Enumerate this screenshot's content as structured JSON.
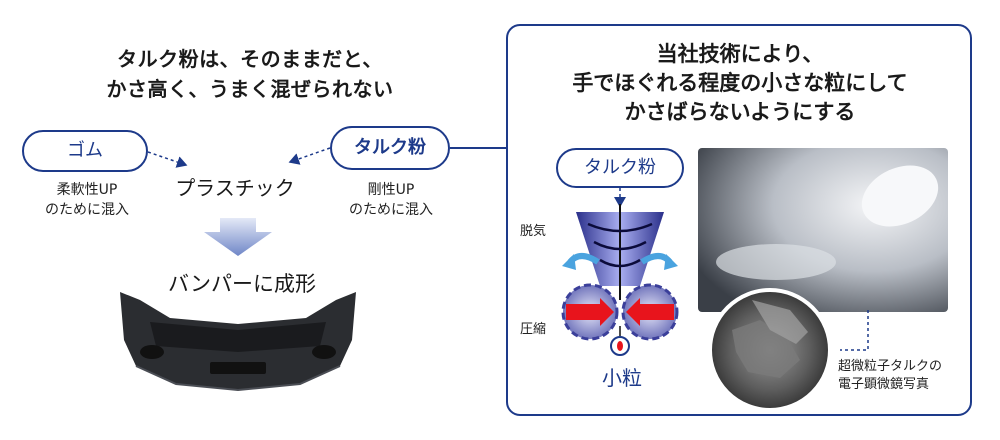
{
  "left": {
    "title_line1": "タルク粉は、そのままだと、",
    "title_line2": "かさ高く、うまく混ぜられない",
    "rubber_label": "ゴム",
    "rubber_note_line1": "柔軟性UP",
    "rubber_note_line2": "のために混入",
    "talc_label": "タルク粉",
    "talc_note_line1": "剛性UP",
    "talc_note_line2": "のために混入",
    "plastic_label": "プラスチック",
    "bumper_label": "バンパーに成形"
  },
  "right": {
    "title_line1": "当社技術により、",
    "title_line2": "手でほぐれる程度の小さな粒にして",
    "title_line3": "かさばらないようにする",
    "talc_label": "タルク粉",
    "degas_label": "脱気",
    "press_label": "圧縮",
    "small_grain_label": "小粒",
    "caption_line1": "超微粒子タルクの",
    "caption_line2": "電子顕微鏡写真"
  },
  "colors": {
    "accent_navy": "#1d3a8a",
    "arrow_blue": "#4aa3df",
    "press_red": "#e8141c"
  }
}
